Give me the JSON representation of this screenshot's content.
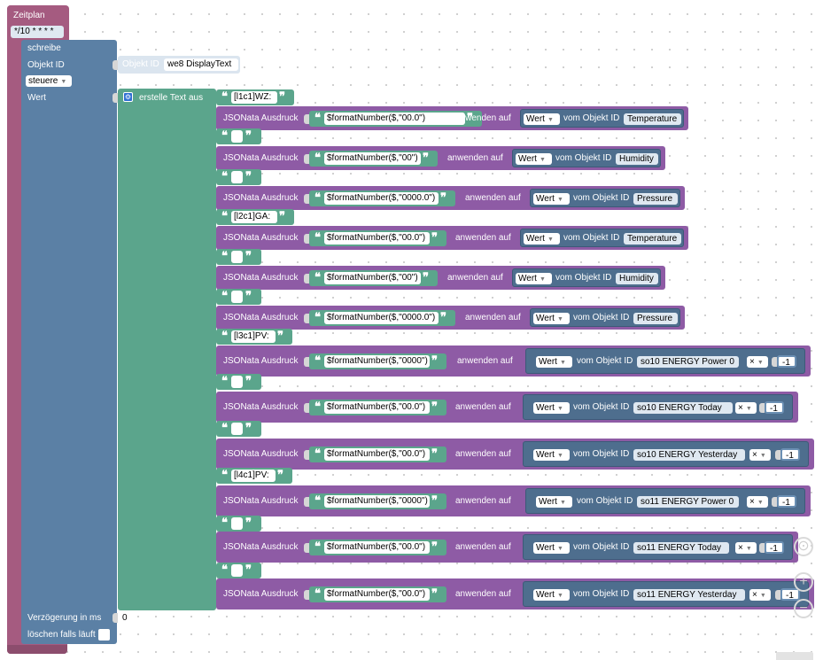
{
  "schedule": {
    "title": "Zeitplan",
    "cron": "*/10 * * * *"
  },
  "write_block": {
    "label": "schreibe",
    "object_id_label": "Objekt ID",
    "control_dropdown": "steuere",
    "value_label": "Wert",
    "delay_label": "Verzögerung in ms",
    "delay_value": "0",
    "clear_label": "löschen falls läuft"
  },
  "target_object": {
    "prefix": "Objekt ID",
    "id": "we8  DisplayText"
  },
  "create_text": {
    "label": "erstelle Text aus"
  },
  "common": {
    "jsonata_label": "JSONata Ausdruck",
    "apply_label": "anwenden auf",
    "value_dropdown": "Wert",
    "of_object_label": "vom Objekt ID"
  },
  "items": [
    {
      "type": "text",
      "value": "[l1c1]WZ:"
    },
    {
      "type": "jsonata",
      "expr": "$formatNumber($,\"00.0\")",
      "object": "Temperature"
    },
    {
      "type": "text",
      "value": ""
    },
    {
      "type": "jsonata",
      "expr": "$formatNumber($,\"00\")",
      "object": "Humidity"
    },
    {
      "type": "text",
      "value": ""
    },
    {
      "type": "jsonata",
      "expr": "$formatNumber($,\"0000.0\")",
      "object": "Pressure"
    },
    {
      "type": "text",
      "value": "[l2c1]GA:"
    },
    {
      "type": "jsonata",
      "expr": "$formatNumber($,\"00.0\")",
      "object": "Temperature"
    },
    {
      "type": "text",
      "value": ""
    },
    {
      "type": "jsonata",
      "expr": "$formatNumber($,\"00\")",
      "object": "Humidity"
    },
    {
      "type": "text",
      "value": ""
    },
    {
      "type": "jsonata",
      "expr": "$formatNumber($,\"0000.0\")",
      "object": "Pressure"
    },
    {
      "type": "text",
      "value": "[l3c1]PV:"
    },
    {
      "type": "jsonata",
      "expr": "$formatNumber($,\"0000\")",
      "object": "so10 ENERGY Power  0",
      "op": "×",
      "factor": "-1"
    },
    {
      "type": "text",
      "value": ""
    },
    {
      "type": "jsonata",
      "expr": "$formatNumber($,\"00.0\")",
      "object": "so10 ENERGY  Today",
      "op": "×",
      "factor": "-1"
    },
    {
      "type": "text",
      "value": ""
    },
    {
      "type": "jsonata",
      "expr": "$formatNumber($,\"00.0\")",
      "object": "so10 ENERGY  Yesterday",
      "op": "×",
      "factor": "-1"
    },
    {
      "type": "text",
      "value": "[l4c1]PV:"
    },
    {
      "type": "jsonata",
      "expr": "$formatNumber($,\"0000\")",
      "object": "so11 ENERGY Power  0",
      "op": "×",
      "factor": "-1"
    },
    {
      "type": "text",
      "value": ""
    },
    {
      "type": "jsonata",
      "expr": "$formatNumber($,\"00.0\")",
      "object": "so11 ENERGY  Today",
      "op": "×",
      "factor": "-1"
    },
    {
      "type": "text",
      "value": ""
    },
    {
      "type": "jsonata",
      "expr": "$formatNumber($,\"00.0\")",
      "object": "so11 ENERGY  Yesterday",
      "op": "×",
      "factor": "-1"
    }
  ],
  "zoom_controls": {
    "center_icon": "target-icon",
    "zoom_in": "+",
    "zoom_out": "−"
  },
  "colors": {
    "trigger": "#a55b80",
    "action": "#5b80a5",
    "text": "#5ba58c",
    "convert": "#8e5ba5"
  }
}
